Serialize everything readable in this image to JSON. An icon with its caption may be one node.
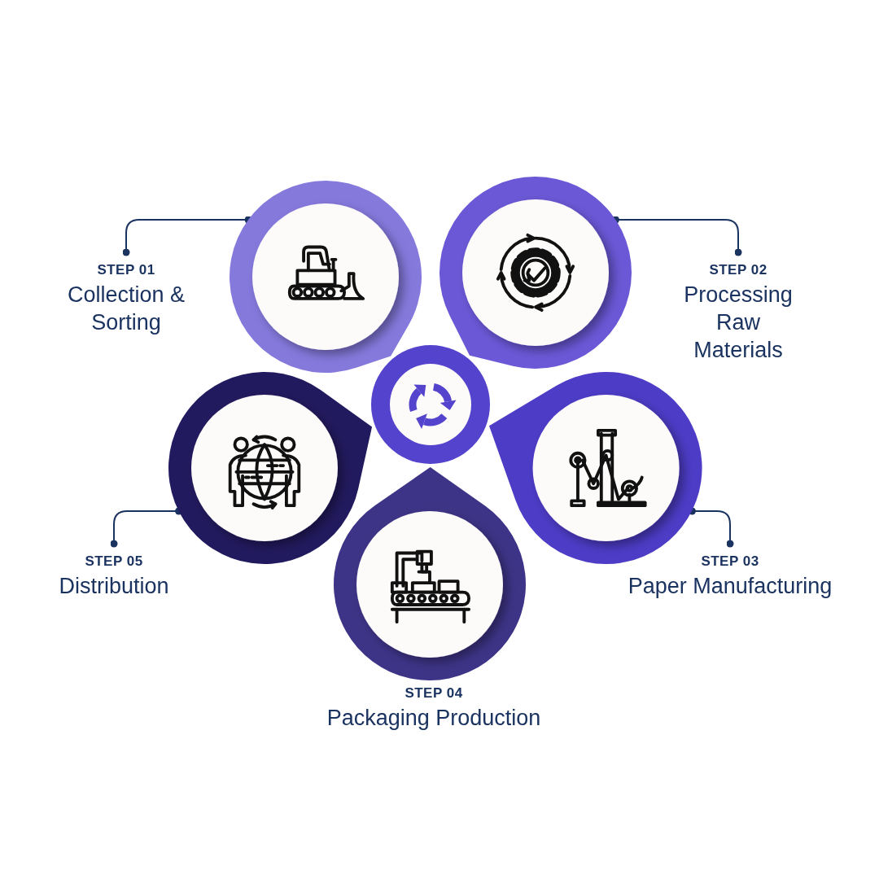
{
  "diagram": {
    "nodes": [
      {
        "text": [
          "STEP 01",
          "Collection & Sorting"
        ]
      },
      {
        "text": [],
        "shape": "picture"
      },
      {
        "text": [],
        "shape": "picture"
      },
      {
        "text": [
          "STEP 02",
          "Processing Raw Materials"
        ]
      },
      {
        "text": [],
        "shape": "circle"
      },
      {
        "text": [],
        "shape": "picture"
      },
      {
        "text": [],
        "shape": "picture"
      },
      {
        "text": [],
        "shape": "picture"
      },
      {
        "text": [
          "STEP 05",
          "Distribution"
        ]
      },
      {
        "text": [
          "STEP 03",
          "Paper Manufacturing"
        ]
      },
      {
        "text": [
          "STEP 04",
          "Packaging Production"
        ]
      }
    ],
    "edges": [
      {
        "from": 0,
        "to": 1,
        "arrow": "other"
      },
      {
        "from": 3,
        "to": 2,
        "arrow": "other"
      },
      {
        "from": 9,
        "to": 6,
        "arrow": "other"
      },
      {
        "from": 8,
        "to": 5,
        "arrow": "other"
      }
    ]
  }
}
